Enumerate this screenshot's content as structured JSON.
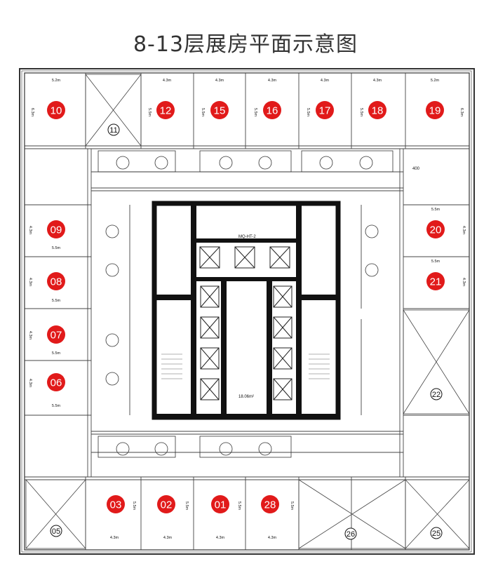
{
  "title": "8-13层展房平面示意图",
  "red_rooms": [
    {
      "id": "10",
      "w": "5.2m",
      "d": "6.3m"
    },
    {
      "id": "12",
      "w": "4.3m",
      "d": "5.5m"
    },
    {
      "id": "15",
      "w": "4.3m",
      "d": "5.5m"
    },
    {
      "id": "16",
      "w": "4.3m",
      "d": "5.5m"
    },
    {
      "id": "17",
      "w": "4.3m",
      "d": "5.5m"
    },
    {
      "id": "18",
      "w": "4.3m",
      "d": "5.5m"
    },
    {
      "id": "19",
      "w": "5.2m",
      "d": "6.3m"
    },
    {
      "id": "09",
      "w": "5.5m",
      "d": "4.3m"
    },
    {
      "id": "08",
      "w": "5.5m",
      "d": "4.3m"
    },
    {
      "id": "07",
      "w": "5.5m",
      "d": "4.3m"
    },
    {
      "id": "06",
      "w": "5.5m",
      "d": "4.3m"
    },
    {
      "id": "20",
      "w": "5.5m",
      "d": "4.3m"
    },
    {
      "id": "21",
      "w": "5.5m",
      "d": "4.3m"
    },
    {
      "id": "03",
      "w": "4.3m",
      "d": "5.5m"
    },
    {
      "id": "02",
      "w": "4.3m",
      "d": "5.5m"
    },
    {
      "id": "01",
      "w": "4.3m",
      "d": "5.5m"
    },
    {
      "id": "28",
      "w": "4.3m",
      "d": "5.5m"
    }
  ],
  "outline_rooms": [
    "11",
    "22",
    "05",
    "26",
    "25"
  ],
  "core_labels": {
    "top": "MQ-HT-2",
    "area": "18.06m²",
    "corner": "400"
  },
  "colors": {
    "accent": "#e11a1a",
    "wall": "#111111",
    "grid": "#444444"
  }
}
